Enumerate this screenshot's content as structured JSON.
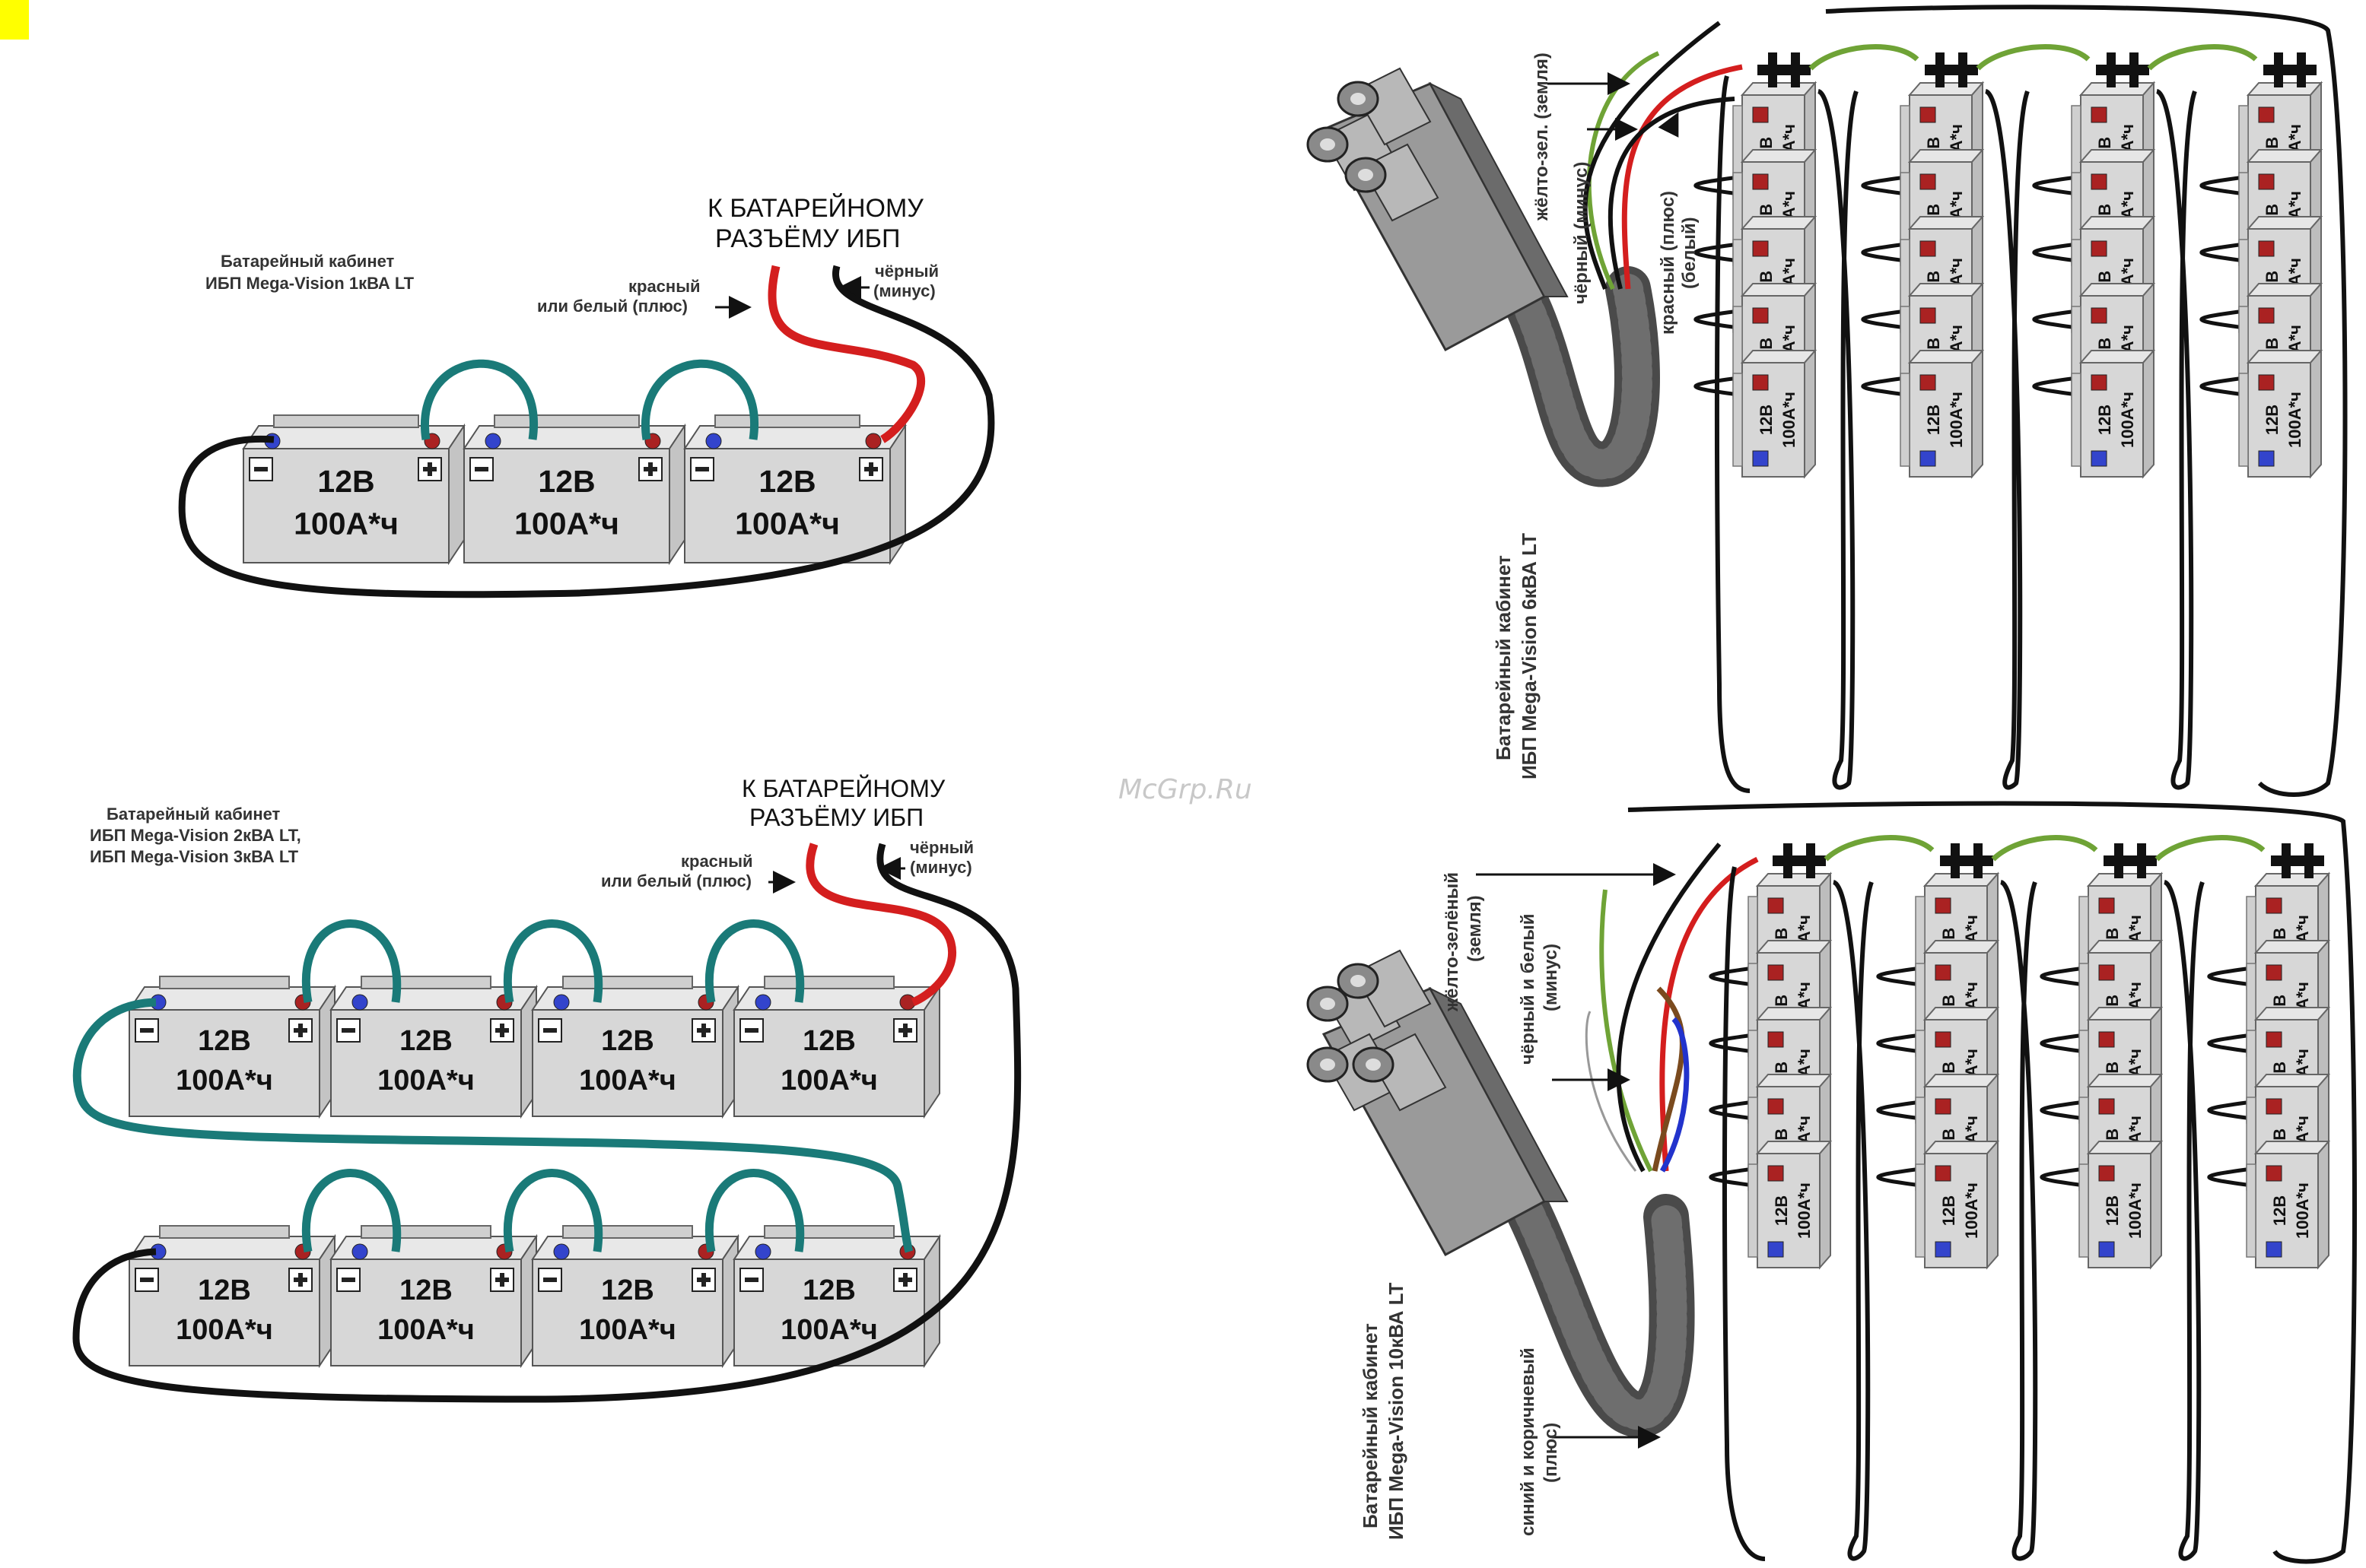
{
  "watermark": "McGrp.Ru",
  "colors": {
    "red_wire": "#d41e1e",
    "black_wire": "#111111",
    "teal_jumper": "#1a7a78",
    "green_yellow": "#6fa336",
    "blue_wire": "#2233cc",
    "brown_wire": "#7a4a1e",
    "battery_body": "#d7d7d7",
    "terminal_neg": "#3344cc",
    "terminal_pos": "#aa2222"
  },
  "battery": {
    "voltage": "12В",
    "capacity": "100А*ч",
    "minus_sign": "−",
    "plus_sign": "+"
  },
  "panel_1kva": {
    "title_line1": "Батарейный кабинет",
    "title_line2": "ИБП Mega-Vision 1кВА LT",
    "connector_line1": "К БАТАРЕЙНОМУ",
    "connector_line2": "РАЗЪЁМУ ИБП",
    "red_label_line1": "красный",
    "red_label_line2": "или белый (плюс)",
    "black_label_line1": "чёрный",
    "black_label_line2": "(минус)"
  },
  "panel_3kva": {
    "title_line1": "Батарейный кабинет",
    "title_line2": "ИБП Mega-Vision 2кВА LT,",
    "title_line3": "ИБП Mega-Vision 3кВА LT",
    "connector_line1": "К БАТАРЕЙНОМУ",
    "connector_line2": "РАЗЪЁМУ ИБП",
    "red_label_line1": "красный",
    "red_label_line2": "или белый (плюс)",
    "black_label_line1": "чёрный",
    "black_label_line2": "(минус)"
  },
  "panel_6kva": {
    "title_line1": "Батарейный кабинет",
    "title_line2": "ИБП Mega-Vision 6кВА LT",
    "ground_label": "жёлто-зел. (земля)",
    "black_label": "чёрный (минус)",
    "red_label_line1": "красный (плюс)",
    "red_label_line2": "(белый)"
  },
  "panel_10kva": {
    "title_line1": "Батарейный кабинет",
    "title_line2": "ИБП Mega-Vision 10кВА LT",
    "ground_label_line1": "жёлто-зелёный",
    "ground_label_line2": "(земля)",
    "black_label_line1": "чёрный и белый",
    "black_label_line2": "(минус)",
    "blue_label_line1": "синий и коричневый",
    "blue_label_line2": "(плюс)"
  }
}
